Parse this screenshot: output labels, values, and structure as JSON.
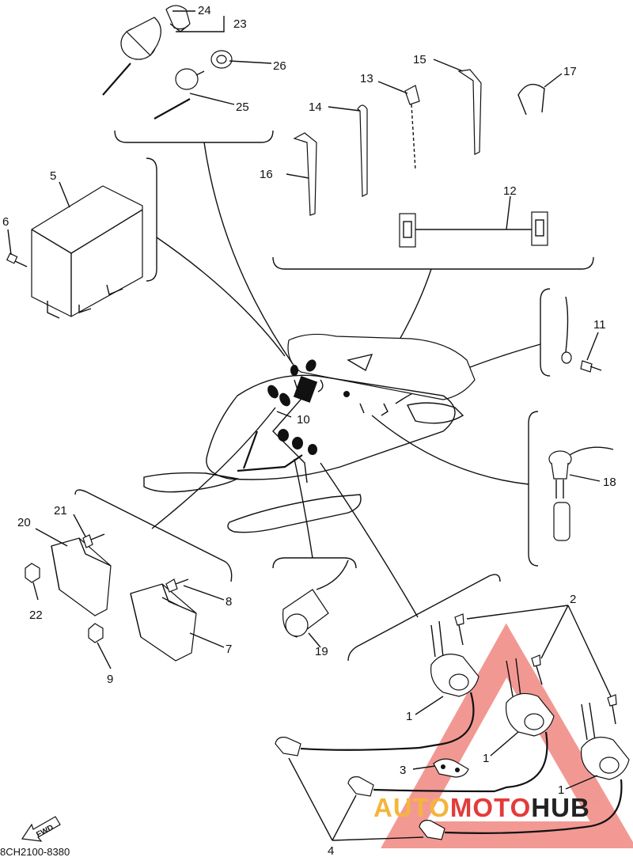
{
  "diagram": {
    "part_code": "8CH2100-8380",
    "fwd_label": "FWD",
    "callouts": [
      "1",
      "1",
      "1",
      "2",
      "3",
      "4",
      "5",
      "6",
      "7",
      "8",
      "9",
      "10",
      "11",
      "12",
      "13",
      "14",
      "15",
      "16",
      "17",
      "18",
      "19",
      "20",
      "21",
      "22",
      "23",
      "24",
      "25",
      "26"
    ]
  },
  "watermark": {
    "part1": "AUTO",
    "part2": "MOTO",
    "part3": "HUB",
    "color1": "#f5b53a",
    "color2": "#e33b3b",
    "color3": "#222222",
    "triangle_color": "#e8453c"
  }
}
